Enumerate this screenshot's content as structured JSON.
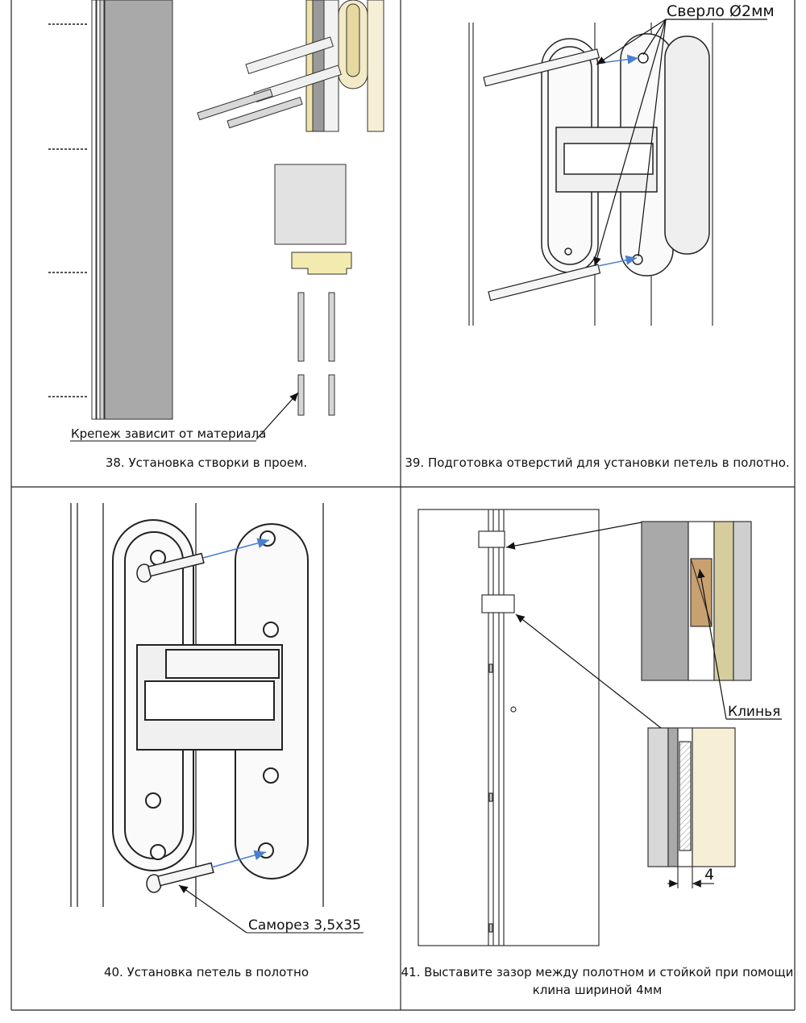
{
  "panels": {
    "p38": {
      "callout": "Крепеж зависит от материала",
      "caption": "38. Установка створки в проем."
    },
    "p39": {
      "callout": "Сверло Ø2мм",
      "caption": "39. Подготовка отверстий для установки петель в полотно."
    },
    "p40": {
      "callout": "Саморез 3,5x35",
      "caption": "40. Установка петель в полотно"
    },
    "p41": {
      "callout": "Клинья",
      "dimension": "4",
      "caption_line1": "41. Выставите зазор между полотном и стойкой при помощи",
      "caption_line2": "клина шириной 4мм"
    }
  },
  "colors": {
    "door_gray": "#a9a9a9",
    "light_gray": "#e2e2e2",
    "wood_light": "#f6efd6",
    "wood_yellow": "#efe3a8",
    "wedge_brown": "#c9a070",
    "arrow_blue": "#4a7fd0"
  }
}
